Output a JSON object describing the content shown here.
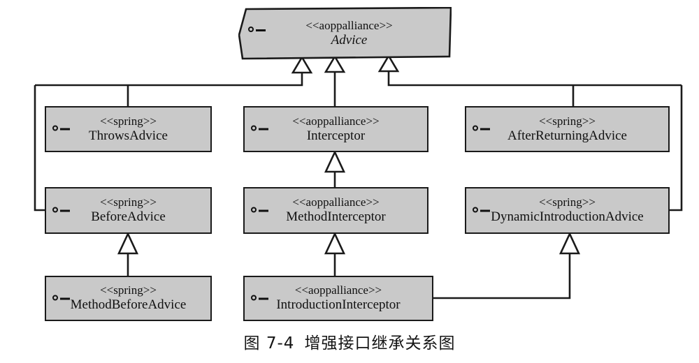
{
  "figure": {
    "caption_number": "图 7-4",
    "caption_text": "增强接口继承关系图"
  },
  "diagram": {
    "type": "uml-class-diagram",
    "notation": "generalization (hollow-triangle) inheritance between interfaces",
    "colors": {
      "box_fill": "#c9c9c9",
      "box_border": "#1a1a1a",
      "line": "#1a1a1a",
      "background": "#ffffff"
    },
    "nodes": [
      {
        "id": "advice",
        "stereotype": "<<aoppalliance>>",
        "name": "Advice",
        "abstract": true,
        "icon": "interface-lollipop-icon"
      },
      {
        "id": "throws-advice",
        "stereotype": "<<spring>>",
        "name": "ThrowsAdvice",
        "abstract": false,
        "icon": "interface-lollipop-icon"
      },
      {
        "id": "interceptor",
        "stereotype": "<<aoppalliance>>",
        "name": "Interceptor",
        "abstract": false,
        "icon": "interface-lollipop-icon"
      },
      {
        "id": "after-returning-advice",
        "stereotype": "<<spring>>",
        "name": "AfterReturningAdvice",
        "abstract": false,
        "icon": "interface-lollipop-icon"
      },
      {
        "id": "before-advice",
        "stereotype": "<<spring>>",
        "name": "BeforeAdvice",
        "abstract": false,
        "icon": "interface-lollipop-icon"
      },
      {
        "id": "method-interceptor",
        "stereotype": "<<aoppalliance>>",
        "name": "MethodInterceptor",
        "abstract": false,
        "icon": "interface-lollipop-icon"
      },
      {
        "id": "dynamic-introduction-advice",
        "stereotype": "<<spring>>",
        "name": "DynamicIntroductionAdvice",
        "abstract": false,
        "icon": "interface-lollipop-icon"
      },
      {
        "id": "method-before-advice",
        "stereotype": "<<spring>>",
        "name": "MethodBeforeAdvice",
        "abstract": false,
        "icon": "interface-lollipop-icon"
      },
      {
        "id": "introduction-interceptor",
        "stereotype": "<<aoppalliance>>",
        "name": "IntroductionInterceptor",
        "abstract": false,
        "icon": "interface-lollipop-icon"
      }
    ],
    "edges": [
      {
        "from": "throws-advice",
        "to": "advice",
        "kind": "generalization"
      },
      {
        "from": "before-advice",
        "to": "advice",
        "kind": "generalization"
      },
      {
        "from": "interceptor",
        "to": "advice",
        "kind": "generalization"
      },
      {
        "from": "after-returning-advice",
        "to": "advice",
        "kind": "generalization"
      },
      {
        "from": "dynamic-introduction-advice",
        "to": "advice",
        "kind": "generalization"
      },
      {
        "from": "method-interceptor",
        "to": "interceptor",
        "kind": "generalization"
      },
      {
        "from": "method-before-advice",
        "to": "before-advice",
        "kind": "generalization"
      },
      {
        "from": "introduction-interceptor",
        "to": "method-interceptor",
        "kind": "generalization"
      },
      {
        "from": "introduction-interceptor",
        "to": "dynamic-introduction-advice",
        "kind": "generalization"
      }
    ]
  }
}
